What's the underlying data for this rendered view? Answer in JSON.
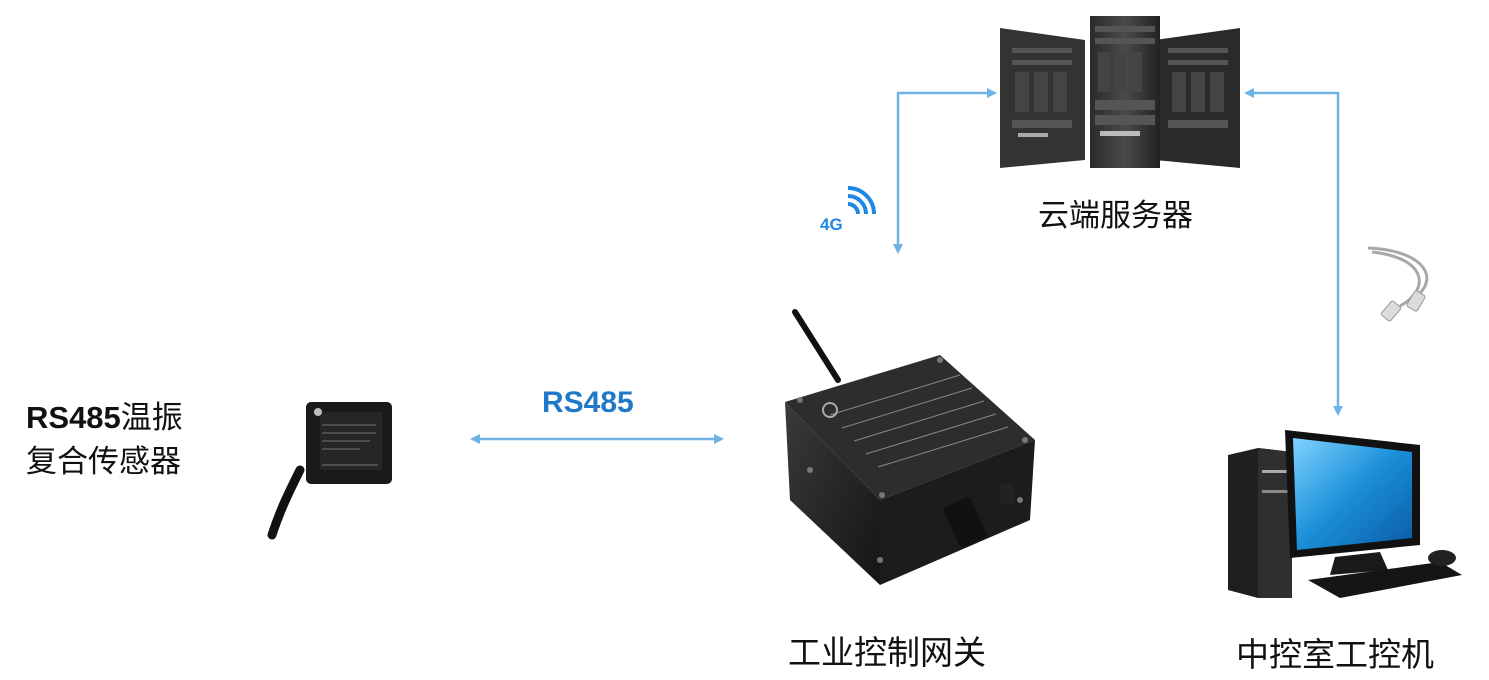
{
  "nodes": {
    "sensor": {
      "label_en": "RS485",
      "label_cn1": "温振",
      "label_cn2": "复合传感器"
    },
    "gateway": {
      "label": "工业控制网关"
    },
    "server": {
      "label": "云端服务器"
    },
    "pc": {
      "label": "中控室工控机"
    }
  },
  "links": {
    "sensor_gateway": {
      "label": "RS485"
    },
    "gateway_server": {
      "badge": "4G"
    },
    "server_pc": {
      "medium_icon": "ethernet-cable-icon"
    }
  },
  "colors": {
    "arrow": "#6fb2e4",
    "rs485_text": "#1f78c8",
    "signal_4g": "#1e88e5",
    "device_dark": "#1e1e1e"
  }
}
